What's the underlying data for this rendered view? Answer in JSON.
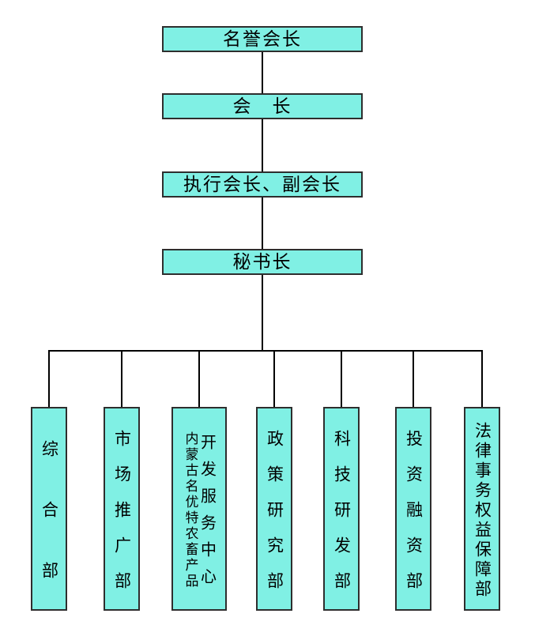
{
  "colors": {
    "box_fill": "#80f0e4",
    "box_border": "#2e2e2e",
    "line": "#000000",
    "background": "#ffffff"
  },
  "chart": {
    "type": "org-chart",
    "levels": [
      {
        "label": "名誉会长"
      },
      {
        "label": "会　长"
      },
      {
        "label": "执行会长、副会长"
      },
      {
        "label": "秘书长"
      }
    ],
    "departments": [
      {
        "label": "综合部"
      },
      {
        "label": "市场推广部"
      },
      {
        "label": "内蒙古名优特农畜产品开发服务中心",
        "columns": [
          "内蒙古名优特农畜产品",
          "开发服务中心"
        ]
      },
      {
        "label": "政策研究部"
      },
      {
        "label": "科技研发部"
      },
      {
        "label": "投资融资部"
      },
      {
        "label": "法律事务权益保障部"
      }
    ]
  }
}
